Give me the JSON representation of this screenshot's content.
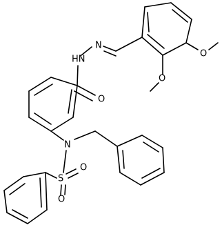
{
  "atoms": {
    "hydrazide_nh": "HN",
    "imine_n": "N",
    "carbonyl_o": "O",
    "amine_n": "N",
    "sulfur": "S",
    "sulfonyl_o_top": "O",
    "sulfonyl_o_bottom": "O",
    "methoxy_o_right": "O",
    "methoxy_o_left": "O"
  }
}
